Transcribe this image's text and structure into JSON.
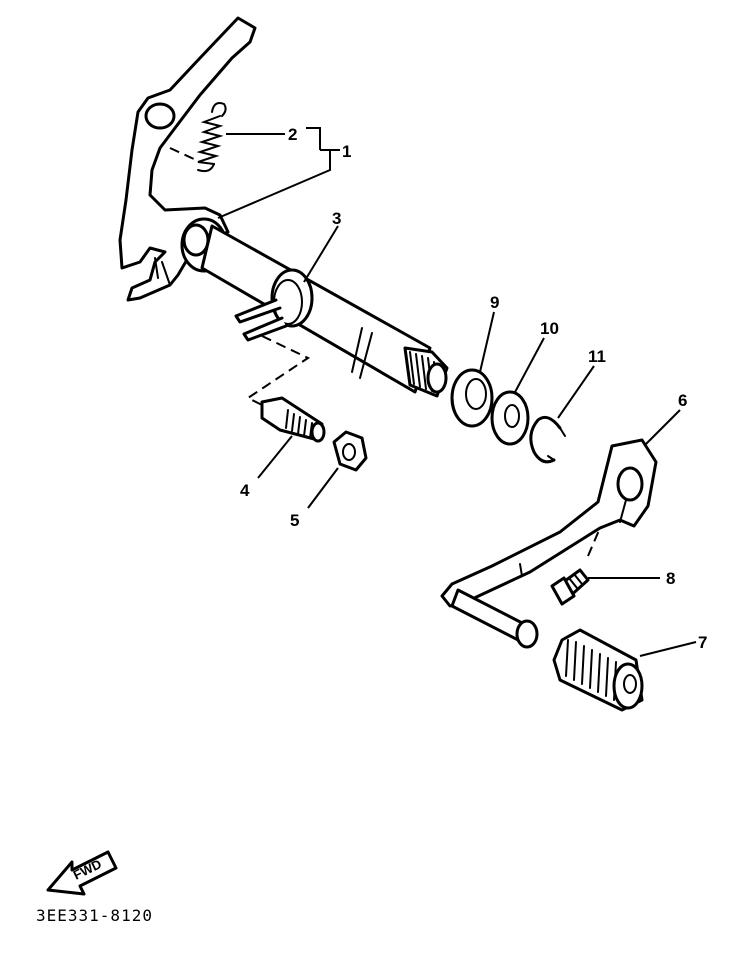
{
  "diagram": {
    "reference_code": "3EE331-8120",
    "direction_label": "FWD",
    "callouts": {
      "c1": "1",
      "c2": "2",
      "c3": "3",
      "c4": "4",
      "c5": "5",
      "c6": "6",
      "c7": "7",
      "c8": "8",
      "c9": "9",
      "c10": "10",
      "c11": "11"
    }
  }
}
